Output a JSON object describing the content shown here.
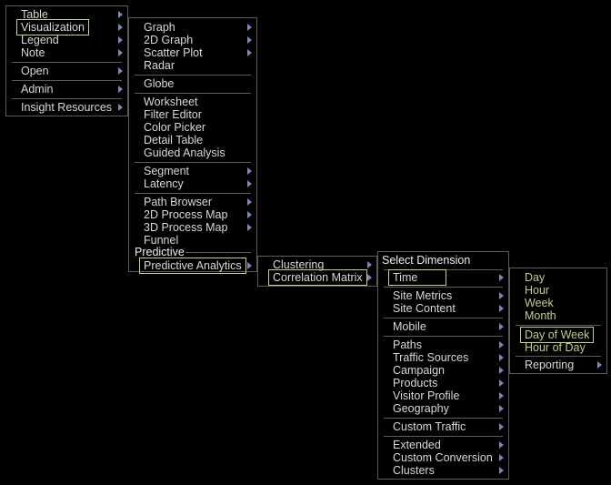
{
  "main_menu": {
    "items": [
      "Table",
      "Visualization",
      "Legend",
      "Note",
      "Open",
      "Admin",
      "Insight Resources"
    ],
    "selected": "Visualization"
  },
  "visualization_menu": {
    "items": [
      "Graph",
      "2D Graph",
      "Scatter Plot",
      "Radar",
      "Globe",
      "Worksheet",
      "Filter Editor",
      "Color Picker",
      "Detail Table",
      "Guided Analysis",
      "Segment",
      "Latency",
      "Path Browser",
      "2D Process Map",
      "3D Process Map",
      "Funnel"
    ],
    "group_label": "Predictive",
    "predictive_item": "Predictive Analytics"
  },
  "predictive_menu": {
    "items": [
      "Clustering",
      "Correlation Matrix"
    ],
    "selected": "Correlation Matrix"
  },
  "dimension_menu": {
    "header": "Select Dimension",
    "items": [
      "Time",
      "Site Metrics",
      "Site Content",
      "Mobile",
      "Paths",
      "Traffic Sources",
      "Campaign",
      "Products",
      "Visitor Profile",
      "Geography",
      "Custom Traffic",
      "Extended",
      "Custom Conversion",
      "Clusters"
    ],
    "selected": "Time"
  },
  "time_menu": {
    "items": [
      "Day",
      "Hour",
      "Week",
      "Month",
      "Day of Week",
      "Hour of Day",
      "Reporting"
    ],
    "selected": "Day of Week"
  },
  "colors": {
    "background": "#000000",
    "border": "#5a5a5a",
    "arrow": "#7888b8",
    "highlight": "#c3cc86",
    "text": "#d8d8d8"
  }
}
